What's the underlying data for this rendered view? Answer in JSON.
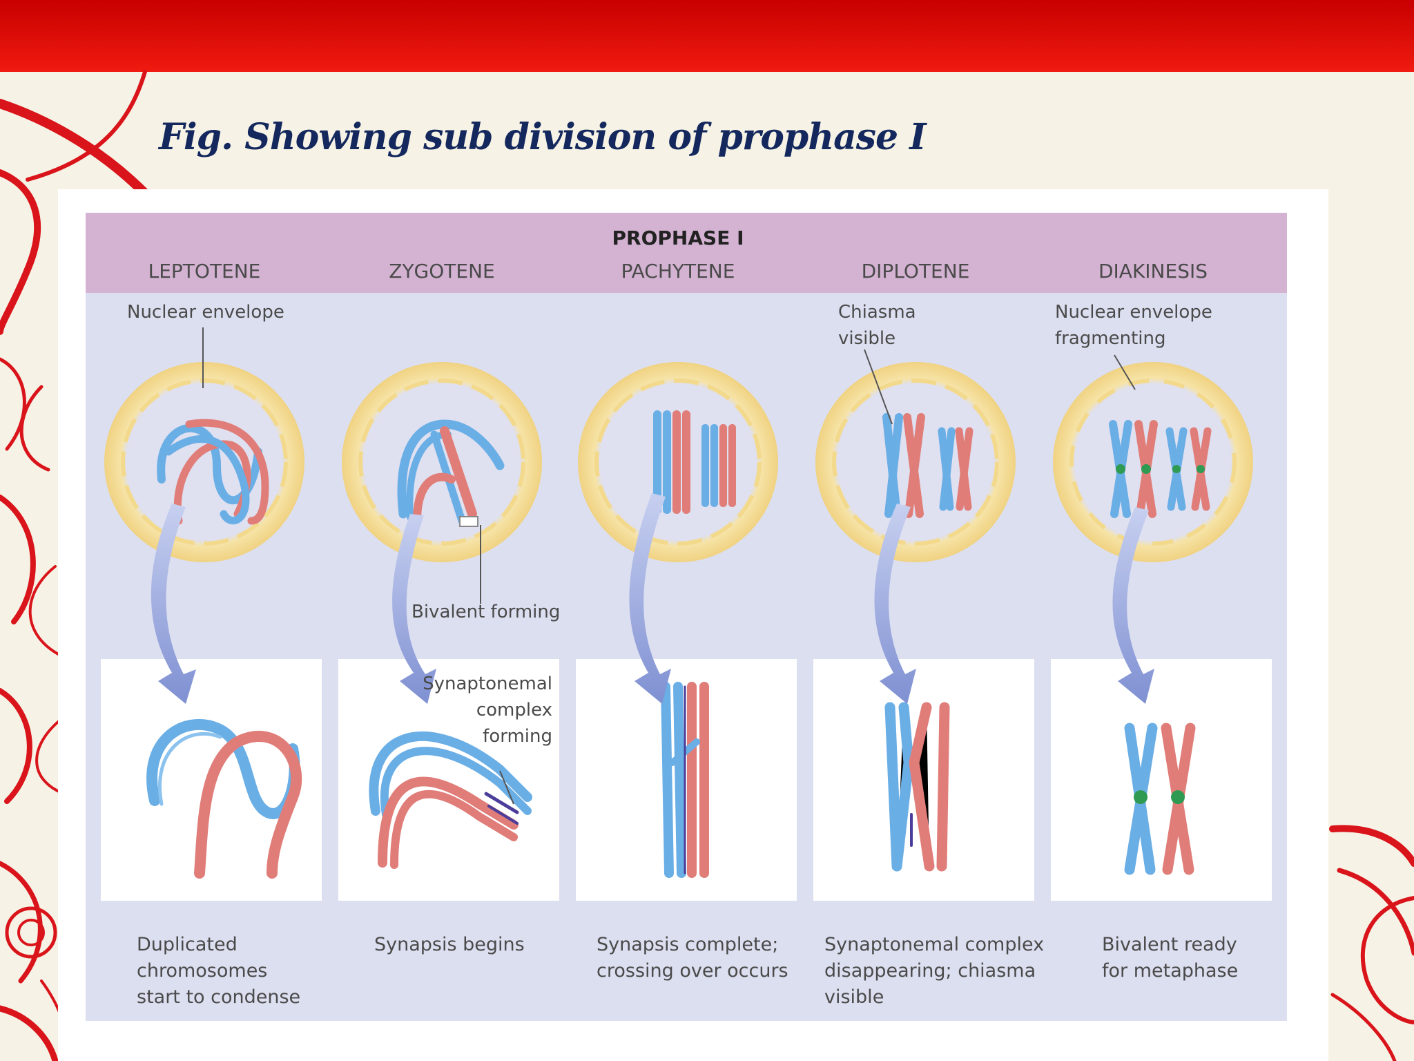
{
  "slide": {
    "title": "Fig. Showing sub division of prophase I",
    "colors": {
      "header_red": "#e01010",
      "slide_bg": "#f6f3e6",
      "title_navy": "#14285e",
      "swirl_red": "#d9141a"
    }
  },
  "figure": {
    "header_title": "PROPHASE I",
    "colors": {
      "header_band": "#d3b2d2",
      "panel_bg": "#dcdff0",
      "nucleus": "#f3d98c",
      "chrom_blue": "#6aaee6",
      "chrom_red": "#e07d78",
      "chiasma_green": "#2e9a52",
      "arrow": "#8a9ad6"
    },
    "stages": [
      {
        "name": "LEPTOTENE",
        "caption": [
          "Duplicated",
          "chromosomes",
          "start to condense"
        ]
      },
      {
        "name": "ZYGOTENE",
        "caption": [
          "Synapsis begins"
        ]
      },
      {
        "name": "PACHYTENE",
        "caption": [
          "Synapsis complete;",
          "crossing over occurs"
        ]
      },
      {
        "name": "DIPLOTENE",
        "caption": [
          "Synaptonemal complex",
          "disappearing; chiasma",
          "visible"
        ]
      },
      {
        "name": "DIAKINESIS",
        "caption": [
          "Bivalent ready",
          "for metaphase"
        ]
      }
    ],
    "annotations": {
      "nuclear_envelope": "Nuclear envelope",
      "chiasma": [
        "Chiasma",
        "visible"
      ],
      "fragmenting": [
        "Nuclear envelope",
        "fragmenting"
      ],
      "bivalent": "Bivalent forming",
      "synaptonemal": [
        "Synaptonemal",
        "complex",
        "forming"
      ]
    }
  }
}
